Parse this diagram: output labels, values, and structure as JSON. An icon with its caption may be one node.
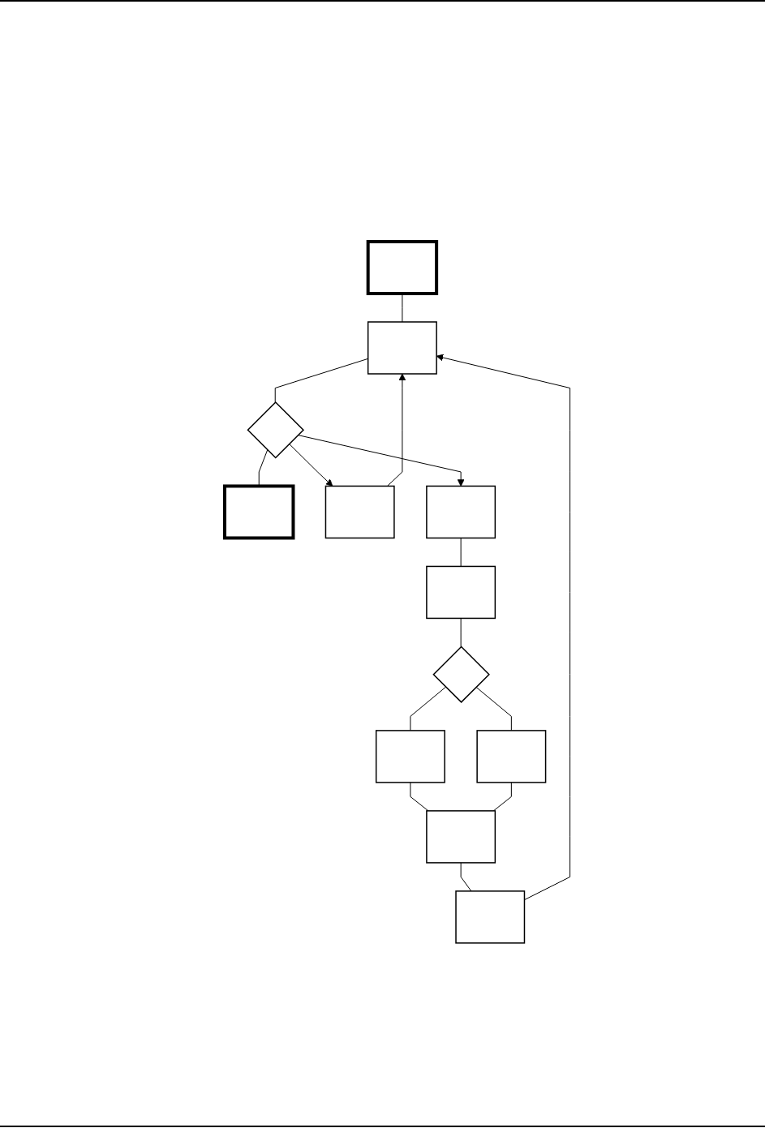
{
  "diagram": {
    "nodes": [
      {
        "text": [],
        "shape": "box"
      },
      {
        "text": [],
        "shape": "box"
      },
      {
        "text": [],
        "shape": "diamond"
      },
      {
        "text": [],
        "shape": "box"
      },
      {
        "text": [],
        "shape": "box"
      },
      {
        "text": [],
        "shape": "box"
      },
      {
        "text": [],
        "shape": "box"
      },
      {
        "text": [],
        "shape": "diamond"
      },
      {
        "text": [],
        "shape": "box"
      },
      {
        "text": [],
        "shape": "box"
      },
      {
        "text": [],
        "shape": "box"
      },
      {
        "text": [],
        "shape": "box"
      }
    ],
    "edges": [
      {
        "from": 0,
        "to": 1,
        "arrow": "none"
      },
      {
        "from": 1,
        "to": 2,
        "arrow": "none"
      },
      {
        "from": 2,
        "to": 3,
        "arrow": "none"
      },
      {
        "from": 2,
        "to": 4,
        "arrow": "to"
      },
      {
        "from": 2,
        "to": 5,
        "arrow": "to"
      },
      {
        "from": 5,
        "to": 6,
        "arrow": "none"
      },
      {
        "from": 6,
        "to": 7,
        "arrow": "none"
      },
      {
        "from": 7,
        "to": 8,
        "arrow": "none"
      },
      {
        "from": 7,
        "to": 9,
        "arrow": "none"
      },
      {
        "from": 8,
        "to": 10,
        "arrow": "none"
      },
      {
        "from": 9,
        "to": 10,
        "arrow": "none"
      },
      {
        "from": 10,
        "to": 11,
        "arrow": "none"
      },
      {
        "from": 4,
        "to": 1,
        "arrow": "to"
      },
      {
        "from": 11,
        "to": 1,
        "arrow": "to"
      }
    ]
  }
}
